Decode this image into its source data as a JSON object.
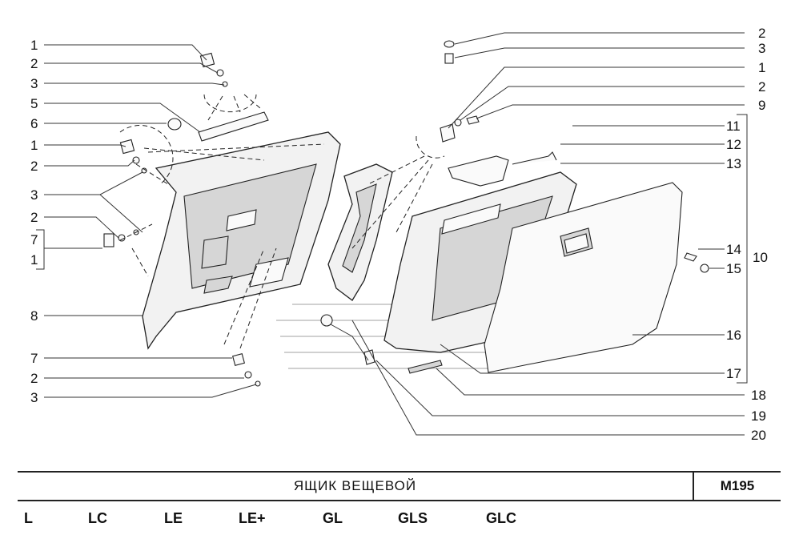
{
  "title": "ЯЩИК ВЕЩЕВОЙ",
  "code": "M195",
  "trims": [
    "L",
    "LC",
    "LE",
    "LE+",
    "GL",
    "GLS",
    "GLC"
  ],
  "left_labels": [
    "1",
    "2",
    "3",
    "5",
    "6",
    "1",
    "2",
    "3",
    "2",
    "7",
    "1",
    "8",
    "7",
    "2",
    "3"
  ],
  "right_labels": [
    "2",
    "3",
    "1",
    "2",
    "9",
    "11",
    "12",
    "13",
    "14",
    "15",
    "16",
    "17",
    "18",
    "19",
    "20"
  ],
  "group_label": "10"
}
